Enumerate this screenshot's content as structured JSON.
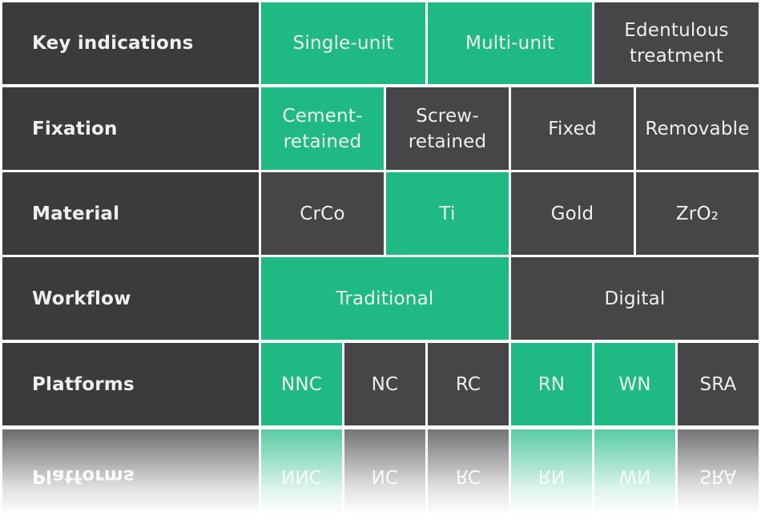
{
  "rows": [
    {
      "label": "Key indications",
      "cells": [
        {
          "text": "Single-unit",
          "highlight": true
        },
        {
          "text": "Multi-unit",
          "highlight": true
        },
        {
          "text": "Edentulous\ntreatment",
          "highlight": false
        }
      ]
    },
    {
      "label": "Fixation",
      "cells": [
        {
          "text": "Cement-\nretained",
          "highlight": true
        },
        {
          "text": "Screw-\nretained",
          "highlight": false
        },
        {
          "text": "Fixed",
          "highlight": false
        },
        {
          "text": "Removable",
          "highlight": false
        }
      ]
    },
    {
      "label": "Material",
      "cells": [
        {
          "text": "CrCo",
          "highlight": false
        },
        {
          "text": "Ti",
          "highlight": true
        },
        {
          "text": "Gold",
          "highlight": false
        },
        {
          "text": "ZrO₂",
          "highlight": false
        }
      ]
    },
    {
      "label": "Workflow",
      "cells": [
        {
          "text": "Traditional",
          "highlight": true
        },
        {
          "text": "Digital",
          "highlight": false
        }
      ]
    },
    {
      "label": "Platforms",
      "cells": [
        {
          "text": "NNC",
          "highlight": true
        },
        {
          "text": "NC",
          "highlight": false
        },
        {
          "text": "RC",
          "highlight": false
        },
        {
          "text": "RN",
          "highlight": true
        },
        {
          "text": "WN",
          "highlight": true
        },
        {
          "text": "SRA",
          "highlight": false
        }
      ]
    }
  ],
  "colors": {
    "highlight": "#1fba84",
    "cell": "#464548",
    "label": "#3b3a3d",
    "text": "#eef0f0"
  }
}
